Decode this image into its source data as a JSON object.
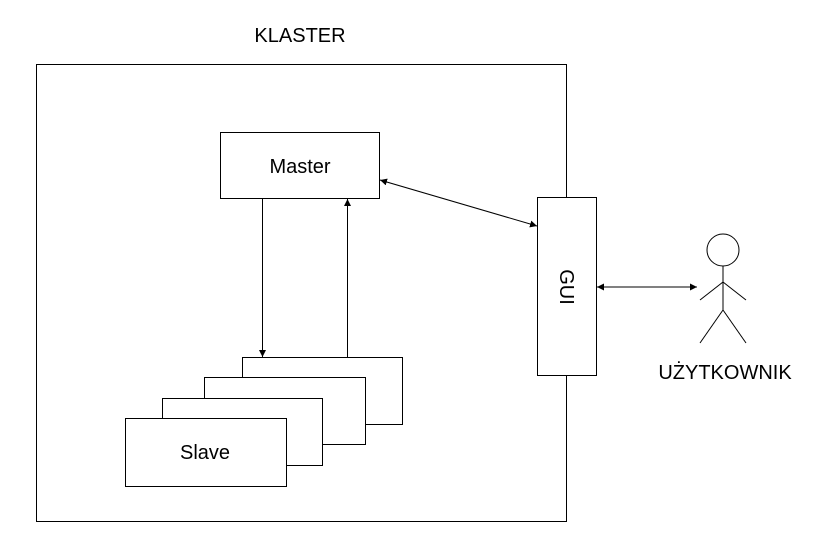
{
  "cluster": {
    "label": "KLASTER"
  },
  "master": {
    "label": "Master"
  },
  "slave": {
    "label": "Slave"
  },
  "gui": {
    "label": "GUI"
  },
  "user": {
    "label": "UŻYTKOWNIK",
    "icon": "stick-figure-icon"
  },
  "colors": {
    "stroke": "#000000",
    "background": "#ffffff"
  }
}
